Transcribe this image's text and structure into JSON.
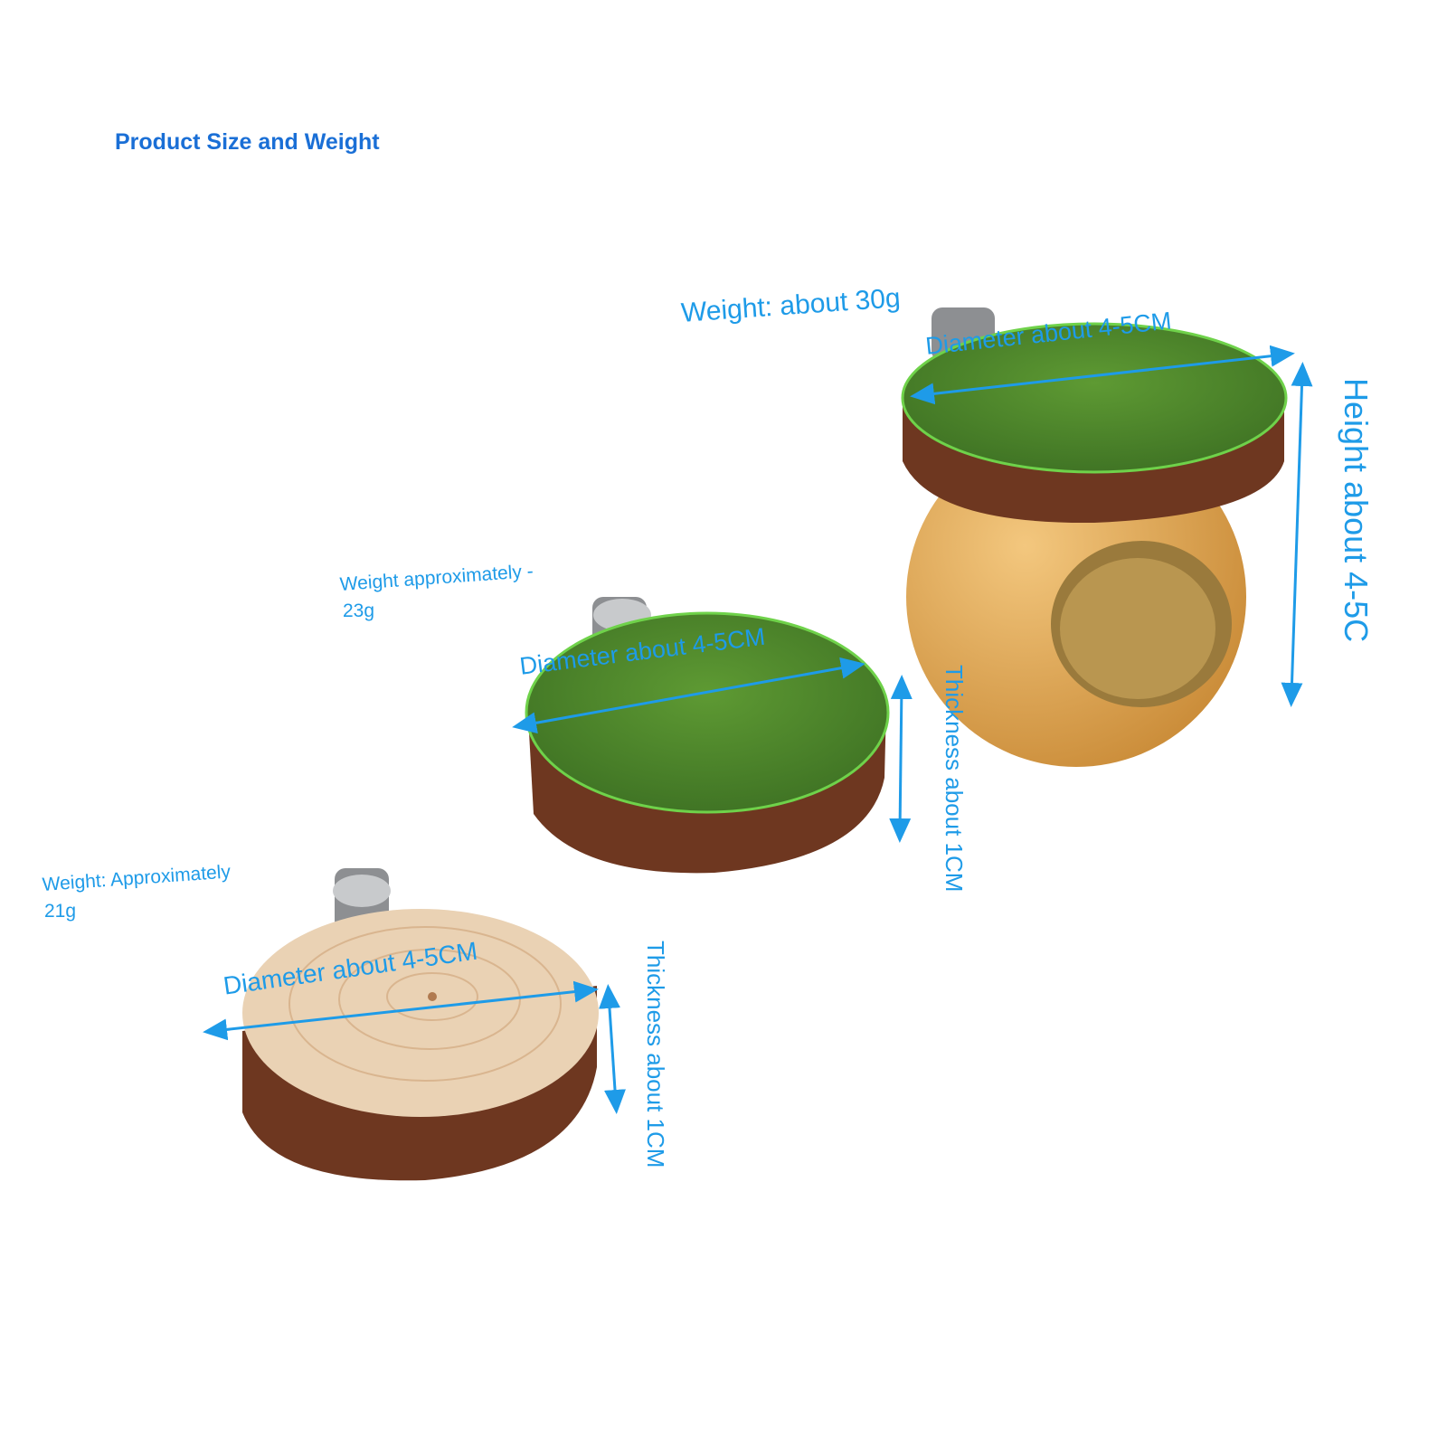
{
  "title": "Product Size and Weight",
  "products": [
    {
      "name": "gourd-house-with-grass-platform",
      "weight": "Weight: about 30g",
      "diameter": "Diameter about 4-5CM",
      "height": "Height about 4-5C"
    },
    {
      "name": "grass-platform",
      "weight_line1": "Weight approximately -",
      "weight_line2": "23g",
      "diameter": "Diameter about 4-5CM",
      "thickness": "Thickness about 1CM"
    },
    {
      "name": "wood-platform",
      "weight_line1": "Weight: Approximately",
      "weight_line2": "21g",
      "diameter": "Diameter about 4-5CM",
      "thickness": "Thickness about 1CM"
    }
  ],
  "colors": {
    "title": "#1a6fd6",
    "annotation": "#1e9be8",
    "grass": "#4e8a2c",
    "bark": "#6e3720",
    "wood": "#ead2b4",
    "gourd": "#e2a957"
  }
}
